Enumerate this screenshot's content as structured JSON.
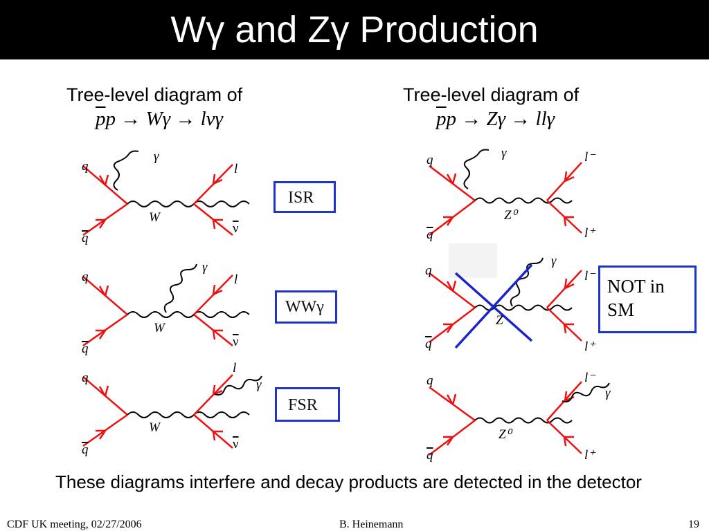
{
  "slide": {
    "title": "Wγ and Zγ Production",
    "left_heading": "Tree-level diagram of",
    "right_heading": "Tree-level diagram of",
    "left_formula": {
      "bar": "p",
      "rest": "p → Wγ → lνγ"
    },
    "right_formula": {
      "bar": "p",
      "rest": "p → Zγ → llγ"
    },
    "labels": {
      "isr": "ISR",
      "wwg": "WWγ",
      "fsr": "FSR",
      "not_in_sm_1": "NOT in",
      "not_in_sm_2": "SM"
    },
    "particles": {
      "q": "q",
      "qbar": "q",
      "gamma": "γ",
      "l": "l",
      "nubar": "ν",
      "W": "W",
      "Z0": "Z⁰",
      "Z": "Z",
      "lminus": "l⁻",
      "lplus": "l⁺"
    },
    "bottom_text": "These diagrams interfere and decay products are detected in the detector",
    "footer": {
      "left": "CDF UK meeting, 02/27/2006",
      "center": "B. Heinemann",
      "right": "19"
    }
  },
  "colors": {
    "fermion_line": "#ee1111",
    "box_border": "#2233cc",
    "cross": "#1a22cc"
  }
}
